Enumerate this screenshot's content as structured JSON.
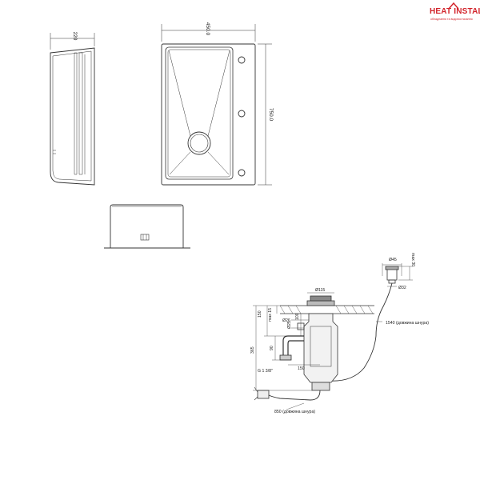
{
  "brand": {
    "name": "HEAT INSTALL",
    "tagline": "обладнання та водопостачання",
    "accent_color": "#d2232a"
  },
  "sink": {
    "side_depth": "220",
    "width": "450.0",
    "length": "750.0"
  },
  "disposer": {
    "top_diameter": "Ø45",
    "top_max_height": "max 30",
    "button_diameter": "Ø32",
    "flange_diameter": "Ø115",
    "height_upper": "150",
    "max_15": "max 15",
    "outlet_diameter": "Ø26",
    "inlet_diameter": "Ø25",
    "height_100": "100",
    "height_90": "90",
    "total_height": "365",
    "thread": "G 1 3/8\"",
    "outlet_offset": "150",
    "pneumatic_cord": "1540 (довжина шнура)",
    "power_cord": "850 (довжина шнура)"
  }
}
